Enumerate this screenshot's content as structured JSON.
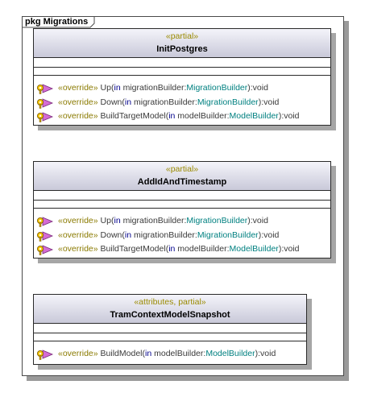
{
  "package": {
    "label": "pkg Migrations"
  },
  "classes": [
    {
      "stereotype": "«partial»",
      "name": "InitPostgres",
      "operations": [
        {
          "modifier": "«override»",
          "name": "Up",
          "paren_open": "(",
          "param_kw": "in",
          "param": "migrationBuilder",
          "colon": ":",
          "type": "MigrationBuilder",
          "paren_close": ")",
          "return": ":void"
        },
        {
          "modifier": "«override»",
          "name": "Down",
          "paren_open": "(",
          "param_kw": "in",
          "param": "migrationBuilder",
          "colon": ":",
          "type": "MigrationBuilder",
          "paren_close": ")",
          "return": ":void"
        },
        {
          "modifier": "«override»",
          "name": "BuildTargetModel",
          "paren_open": "(",
          "param_kw": "in",
          "param": "modelBuilder",
          "colon": ":",
          "type": "ModelBuilder",
          "paren_close": ")",
          "return": ":void"
        }
      ]
    },
    {
      "stereotype": "«partial»",
      "name": "AddIdAndTimestamp",
      "operations": [
        {
          "modifier": "«override»",
          "name": "Up",
          "paren_open": "(",
          "param_kw": "in",
          "param": "migrationBuilder",
          "colon": ":",
          "type": "MigrationBuilder",
          "paren_close": ")",
          "return": ":void"
        },
        {
          "modifier": "«override»",
          "name": "Down",
          "paren_open": "(",
          "param_kw": "in",
          "param": "migrationBuilder",
          "colon": ":",
          "type": "MigrationBuilder",
          "paren_close": ")",
          "return": ":void"
        },
        {
          "modifier": "«override»",
          "name": "BuildTargetModel",
          "paren_open": "(",
          "param_kw": "in",
          "param": "modelBuilder",
          "colon": ":",
          "type": "ModelBuilder",
          "paren_close": ")",
          "return": ":void"
        }
      ]
    },
    {
      "stereotype": "«attributes, partial»",
      "name": "TramContextModelSnapshot",
      "operations": [
        {
          "modifier": "«override»",
          "name": "BuildModel",
          "paren_open": "(",
          "param_kw": "in",
          "param": "modelBuilder",
          "colon": ":",
          "type": "ModelBuilder",
          "paren_close": ")",
          "return": ":void"
        }
      ]
    }
  ],
  "colors": {
    "stereotype": "#9a8a00",
    "keyword": "#00008b",
    "type": "#008080",
    "header_top": "#f4f4fa",
    "header_bottom": "#c9c9d9"
  },
  "icons": {
    "operation": "protected-operation-icon"
  }
}
